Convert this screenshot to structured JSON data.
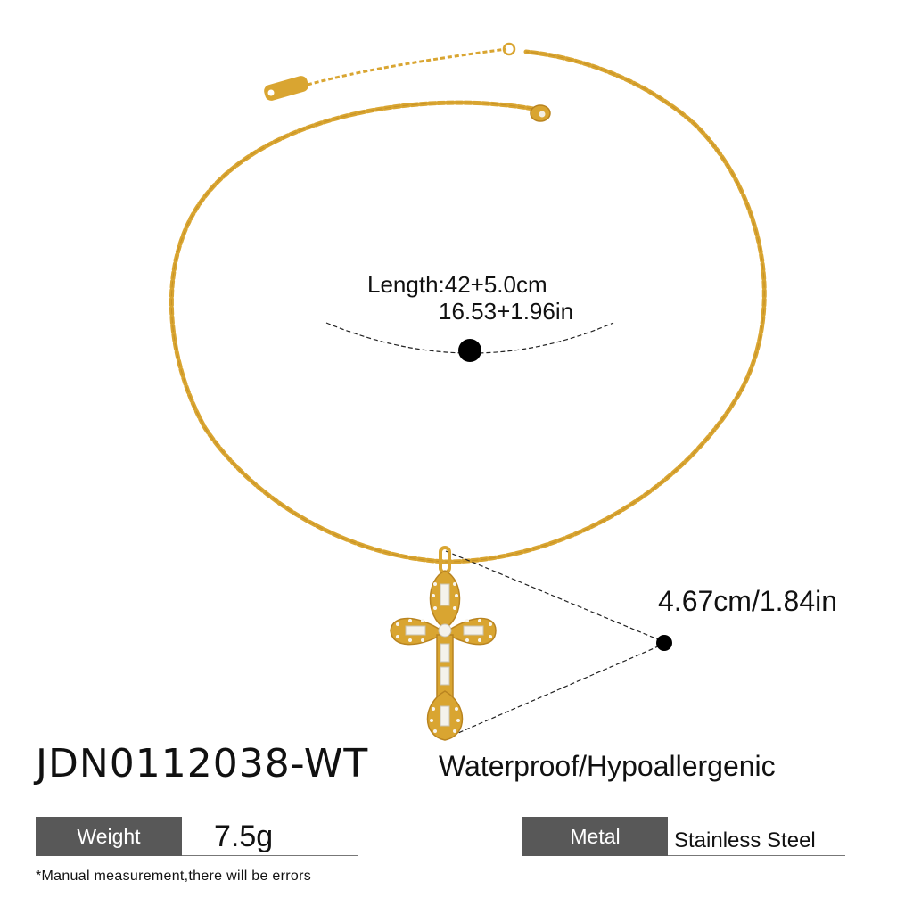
{
  "product": {
    "sku": "JDN0112038-WT",
    "feature": "Waterproof/Hypoallergenic"
  },
  "measurements": {
    "length_cm": "Length:42+5.0cm",
    "length_in": "16.53+1.96in",
    "pendant_size": "4.67cm/1.84in"
  },
  "specs": {
    "weight": {
      "label": "Weight",
      "value": "7.5g"
    },
    "metal": {
      "label": "Metal",
      "value": "Stainless Steel"
    }
  },
  "disclaimer": "*Manual measurement,there will be errors",
  "colors": {
    "gold": "#d9a531",
    "gold_dark": "#b98420",
    "label_bg": "#585858",
    "text": "#111111",
    "dot": "#000000"
  }
}
